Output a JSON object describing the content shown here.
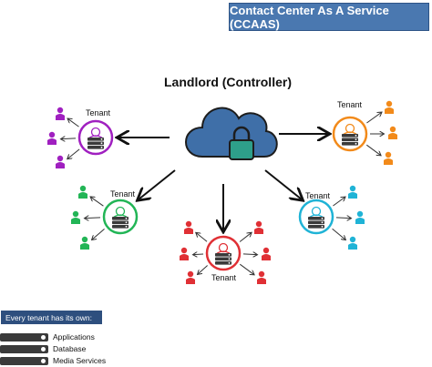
{
  "header": {
    "title": "Contact Center As A Service (CCAAS)"
  },
  "landlord": {
    "label": "Landlord (Controller)"
  },
  "tenants": [
    {
      "label": "Tenant",
      "color": "#a020c0"
    },
    {
      "label": "Tenant",
      "color": "#f28a1a"
    },
    {
      "label": "Tenant",
      "color": "#22b556"
    },
    {
      "label": "Tenant",
      "color": "#e03035"
    },
    {
      "label": "Tenant",
      "color": "#1fb3d6"
    }
  ],
  "legend": {
    "heading": "Every tenant has its own:",
    "items": [
      "Applications",
      "Database",
      "Media Services"
    ]
  },
  "colors": {
    "cloud": "#3f6fa8",
    "lock": "#2e9f8a",
    "title_bg": "#4a78b0",
    "legend_bg": "#2e4f7e"
  }
}
